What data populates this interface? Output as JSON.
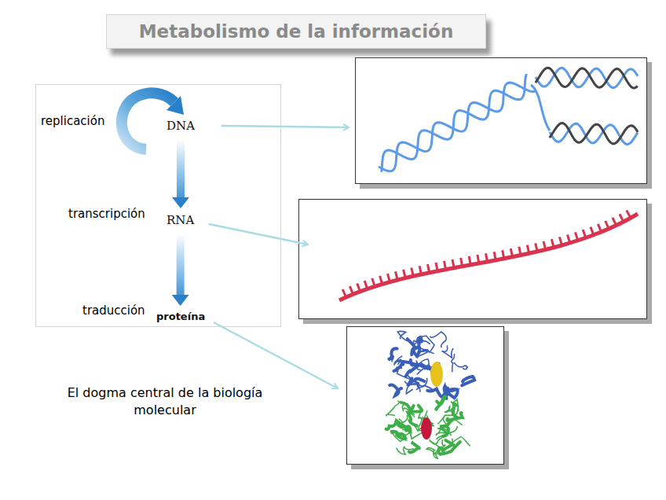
{
  "diagram": {
    "title": "Metabolismo de la información",
    "caption": "El dogma central de la biología molecular",
    "nodes": [
      {
        "text": [
          "DNA"
        ]
      },
      {
        "text": [
          "RNA"
        ]
      },
      {
        "text": [
          "proteína"
        ]
      }
    ],
    "edges": [
      {
        "from": 0,
        "to": 1,
        "arrow": "to",
        "label": "transcripción"
      },
      {
        "from": 1,
        "to": 2,
        "arrow": "to",
        "label": "traducción"
      }
    ],
    "labels": [
      "replicación"
    ]
  }
}
